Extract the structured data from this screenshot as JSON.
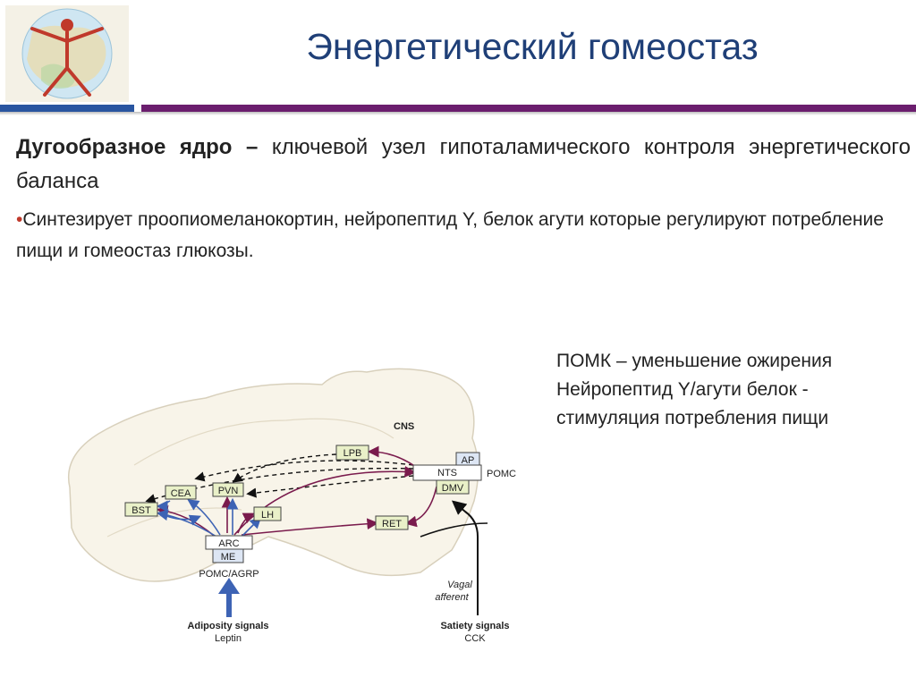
{
  "header": {
    "title": "Энергетический гомеостаз"
  },
  "lead": {
    "bold": "Дугообразное ядро –",
    "rest": " ключевой узел гипоталамического контроля энергетического баланса"
  },
  "bullet": {
    "marker": "•",
    "text": "Синтезирует проопиомеланокортин, нейропептид Y, белок агути которые регулируют потребление пищи и гомеостаз глюкозы."
  },
  "notes": {
    "line1": "ПОМК – уменьшение ожирения",
    "line2": "Нейропептид Y/агути белок -",
    "line3": "стимуляция потребления пищи"
  },
  "diagram": {
    "cns_label": "CNS",
    "nodes": {
      "lpb": "LPB",
      "ap": "AP",
      "nts": "NTS",
      "dmv": "DMV",
      "pomc_right": "POMC",
      "cea": "CEA",
      "pvn": "PVN",
      "bst": "BST",
      "lh": "LH",
      "ret": "RET",
      "arc": "ARC",
      "me": "ME"
    },
    "pomc_agrp": "POMC/AGRP",
    "adiposity_title": "Adiposity signals",
    "adiposity_sub": "Leptin",
    "satiety_title": "Satiety signals",
    "satiety_sub": "CCK",
    "vagal_1": "Vagal",
    "vagal_2": "afferent"
  },
  "colors": {
    "title": "#1f3f77",
    "bar_blue": "#2955a0",
    "bar_purple": "#6b1e6e",
    "arrow_blue": "#3d63b4",
    "arrow_purple": "#7a1b4d",
    "node_fill": "#e9f0c8",
    "node_fill_blue": "#dde6f4"
  }
}
